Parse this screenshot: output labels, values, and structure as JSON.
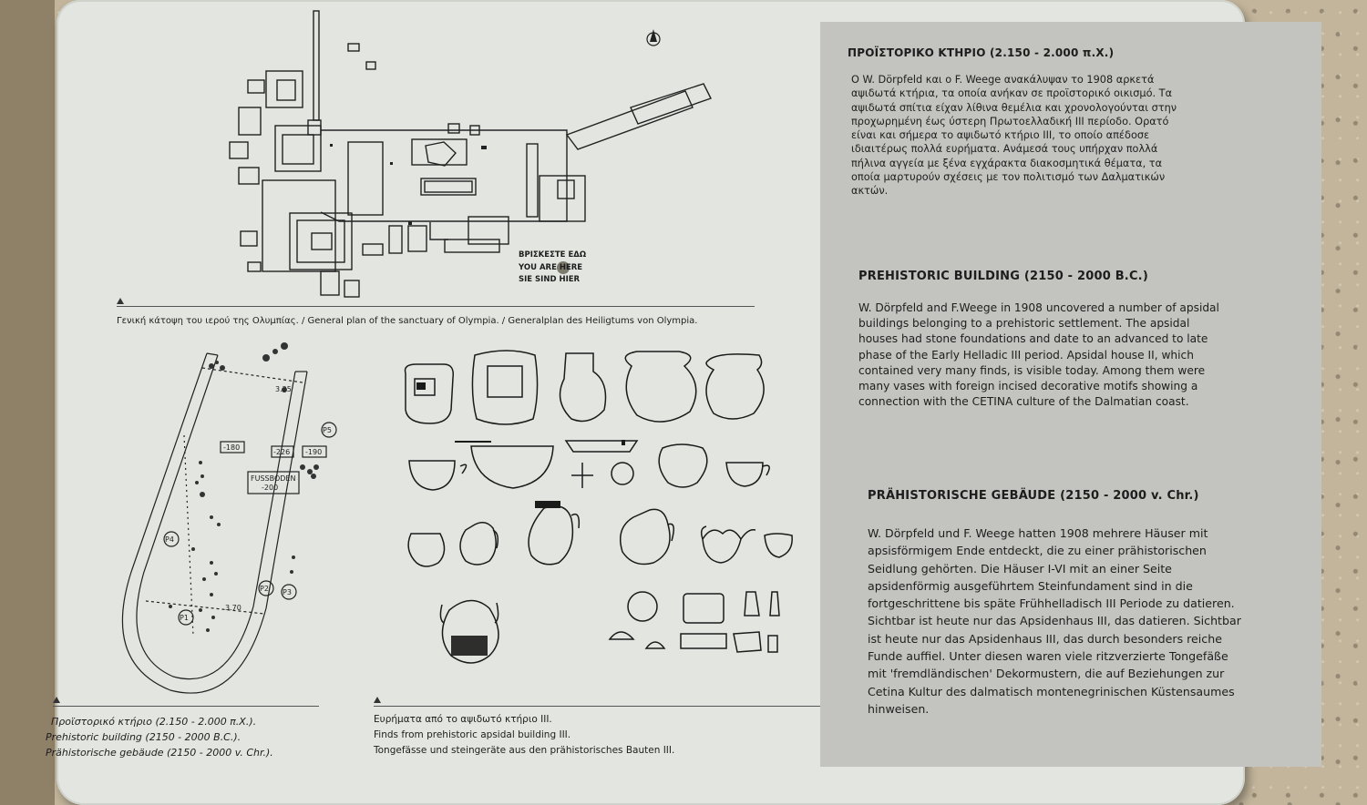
{
  "greek_section": {
    "title": "ΠΡΟΪΣΤΟΡΙΚΟ ΚΤΗΡΙΟ (2.150 - 2.000 π.Χ.)",
    "lines": [
      "Ο W. Dörpfeld και ο F. Weege ανακάλυψαν το 1908 αρκετά",
      "αψιδωτά κτήρια, τα οποία ανήκαν σε προϊστορικό οικισμό. Τα",
      "αψιδωτά σπίτια είχαν λίθινα θεμέλια και χρονολογούνται στην",
      "προχωρημένη έως ύστερη Πρωτοελλαδική ΙΙΙ περίοδο. Ορατό",
      "είναι και σήμερα το αψιδωτό κτήριο ΙΙΙ, το οποίο απέδοσε",
      "ιδιαιτέρως πολλά ευρήματα. Ανάμεσά τους υπήρχαν πολλά",
      "πήλινα αγγεία με ξένα εγχάρακτα διακοσμητικά θέματα, τα",
      "οποία μαρτυρούν σχέσεις με τον πολιτισμό των Δαλματικών",
      "ακτών."
    ]
  },
  "english_section": {
    "title": "PREHISTORIC BUILDING (2150 - 2000 B.C.)",
    "lines": [
      "W. Dörpfeld and F.Weege in 1908 uncovered a number of apsidal",
      "buildings belonging to a prehistoric settlement. The apsidal",
      "houses had stone foundations and date to an advanced to late",
      "phase of the Early Helladic III period. Apsidal house II, which",
      "contained very many finds, is visible today.  Among them were",
      "many vases with foreign incised decorative motifs showing a",
      "connection with the CETINA culture of the Dalmatian coast."
    ]
  },
  "german_section": {
    "title": "PRÄHISTORISCHE GEBÄUDE (2150 - 2000 v. Chr.)",
    "lines": [
      "W. Dörpfeld und F. Weege hatten 1908 mehrere Häuser mit",
      "apsisförmigem Ende entdeckt, die zu einer prähistorischen",
      "Seidlung gehörten. Die Häuser I-VI mit an einer Seite",
      "apsidenförmig ausgeführtem Steinfundament sind in die",
      "fortgeschrittene bis späte Frühhelladisch III Periode zu datieren.",
      "Sichtbar ist heute nur das Apsidenhaus III, das datieren. Sichtbar",
      "ist heute nur das Apsidenhaus III, das durch besonders reiche",
      "Funde auffiel. Unter diesen waren viele ritzverzierte Tongefäße",
      "mit 'fremdländischen' Dekormustern, die auf Beziehungen zur",
      "Cetina Kultur des dalmatisch montenegrinischen Küstensaumes",
      "hinweisen."
    ]
  },
  "site_plan": {
    "legend": [
      "ΒΡΙΣΚΕΣΤΕ ΕΔΩ",
      "YOU ARE HERE",
      "SIE SIND HIER"
    ],
    "caption": "Γενική κάτοψη του ιερού της Ολυμπίας. / General plan of the sanctuary of Olympia. / Generalplan des Heiligtums von Olympia.",
    "marker_color": "#7c7a6c"
  },
  "apsidal_plan": {
    "labels": [
      "3.25",
      "-180",
      "-226",
      "-190",
      "FUSSBODEN",
      "-200",
      "3.70",
      "P5",
      "P4",
      "P2",
      "P3",
      "P1"
    ],
    "caption_lines": [
      "Προϊστορικό κτήριο (2.150 - 2.000 π.Χ.).",
      "Prehistoric building (2150 - 2000 B.C.).",
      "Prähistorische gebäude (2150 - 2000 v. Chr.)."
    ]
  },
  "finds": {
    "caption_lines": [
      "Ευρήματα από το αψιδωτό κτήριο ΙΙΙ.",
      "Finds from prehistoric apsidal building III.",
      "Tongefässe und steingeräte aus den prähistorisches Bauten III."
    ]
  },
  "colors": {
    "plaque": "#e3e6e0",
    "panel": "#c3c4bf",
    "stone": "#c2b59b"
  }
}
